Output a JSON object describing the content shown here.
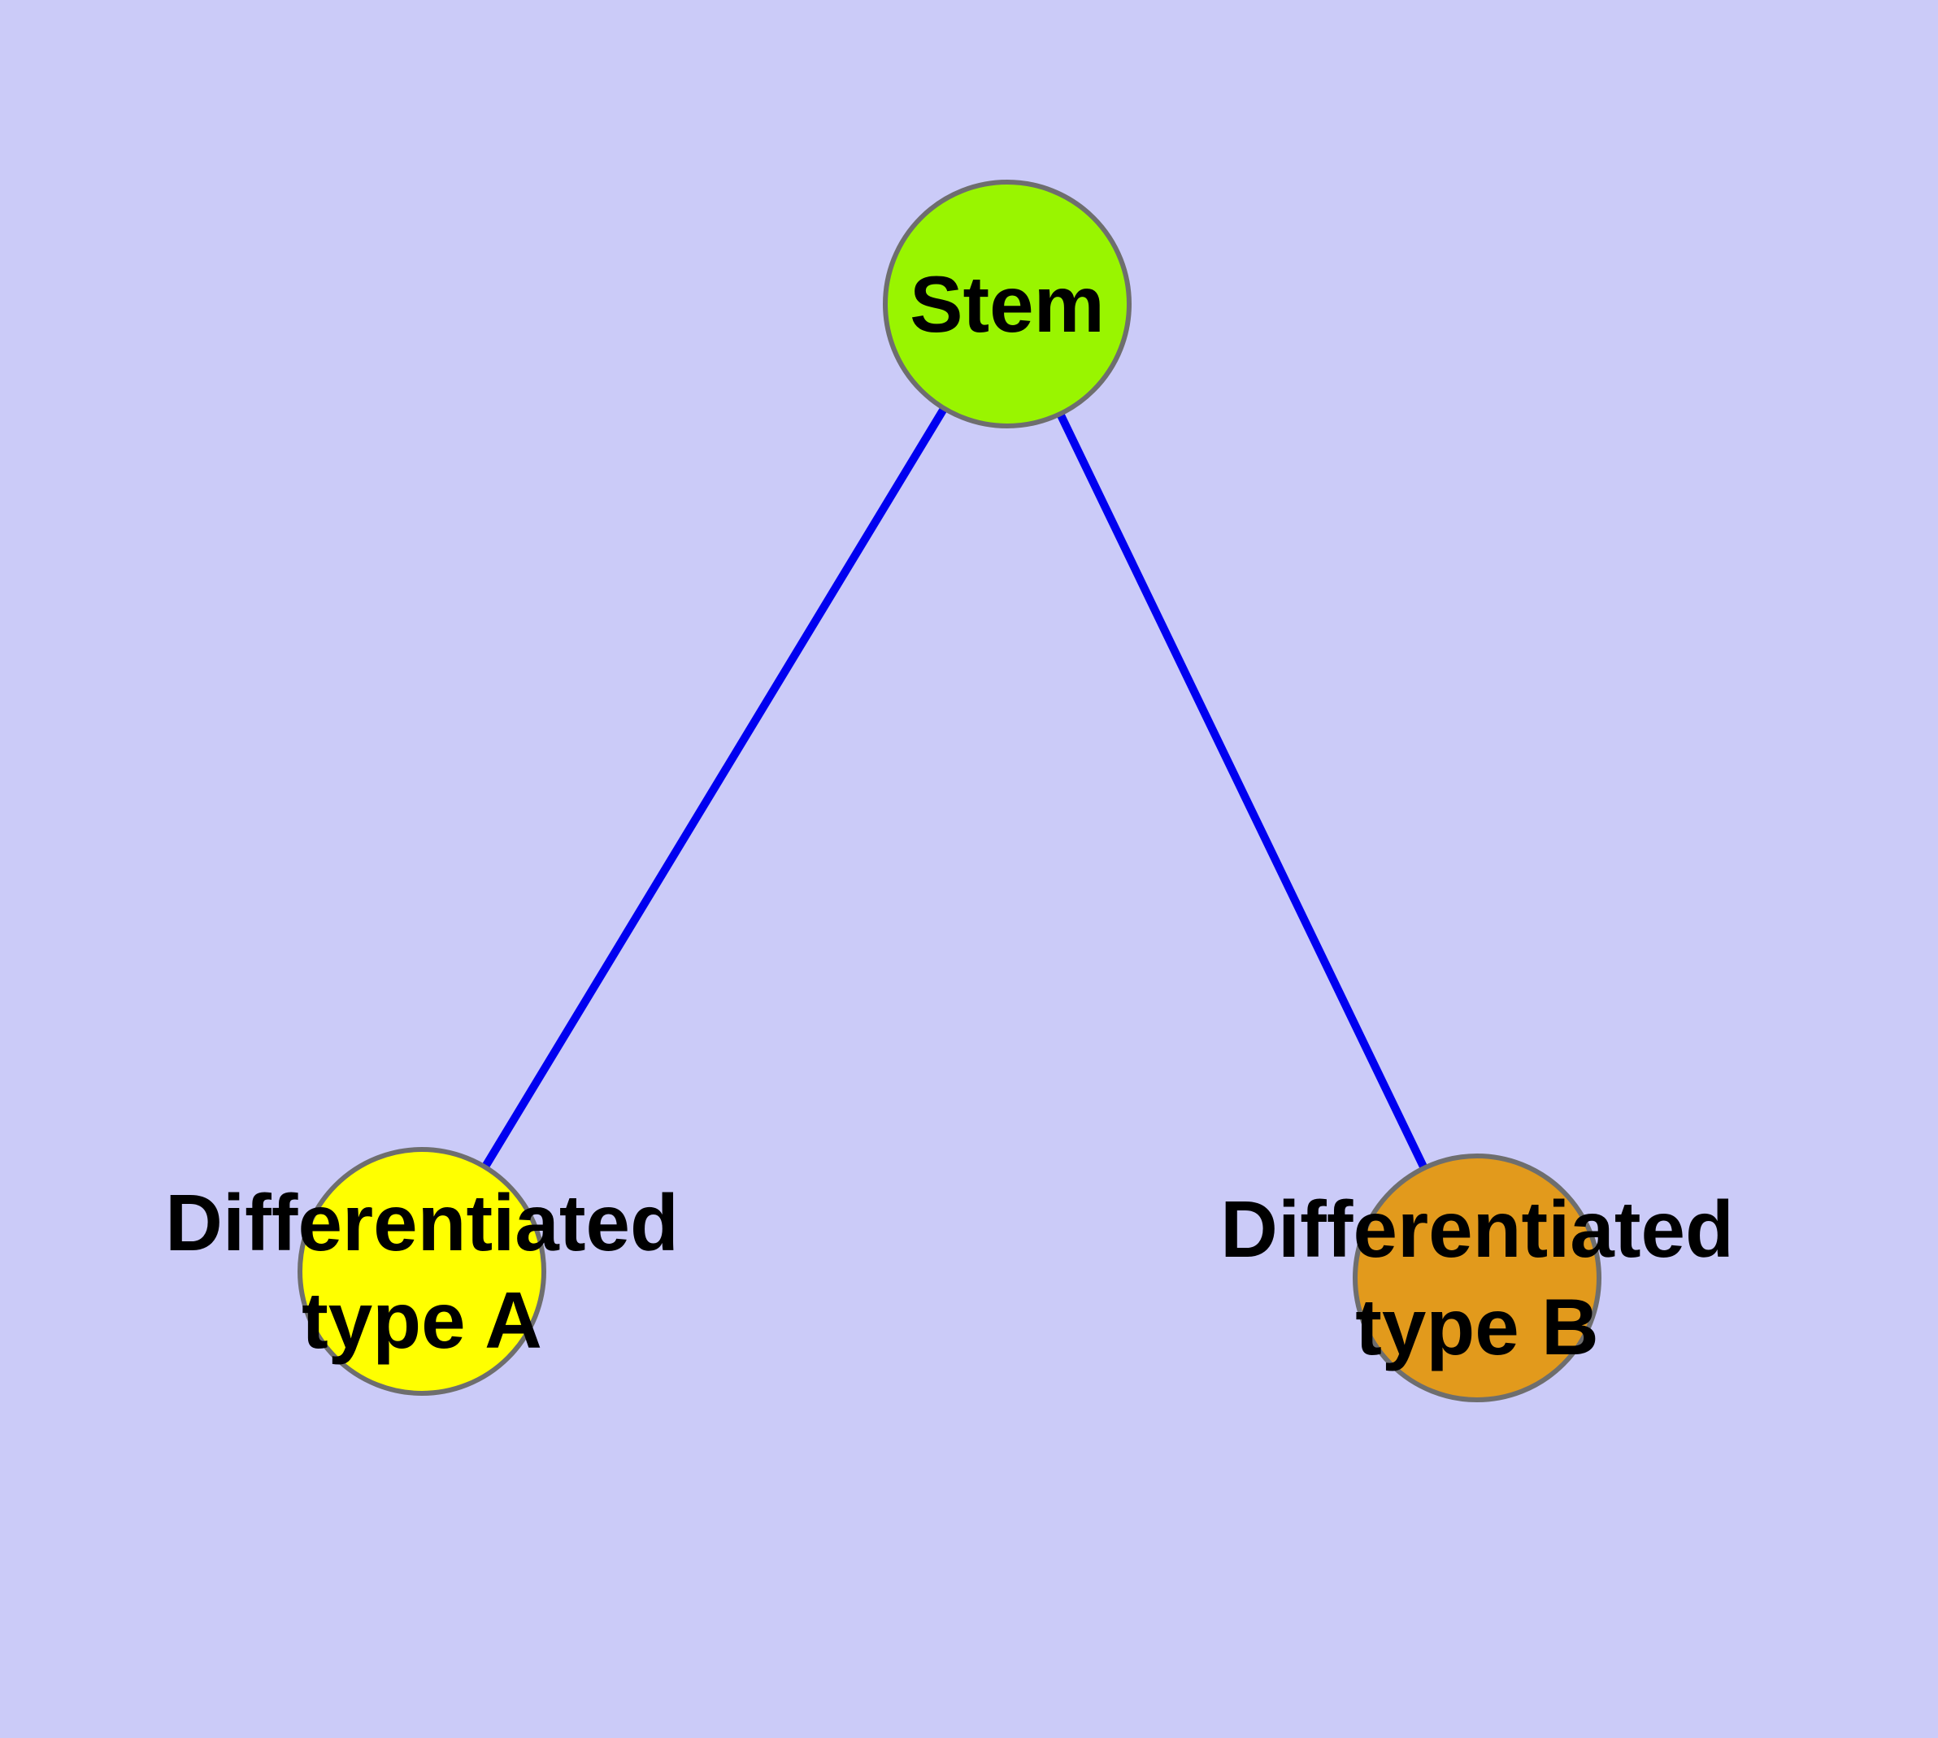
{
  "diagram": {
    "type": "node-link-graph",
    "background_color": "#cbcbf8",
    "edge_color": "#0000f0",
    "node_border_color": "#6e6e6e",
    "label_color": "#000000",
    "nodes": {
      "stem": {
        "label": "Stem",
        "fill": "#99f500"
      },
      "type_a": {
        "label_line1": "Differentiated",
        "label_line2": "type A",
        "fill": "#ffff00"
      },
      "type_b": {
        "label_line1": "Differentiated",
        "label_line2": "type B",
        "fill": "#e29a1c"
      }
    },
    "edges": [
      {
        "from": "Stem",
        "to": "Differentiated type A"
      },
      {
        "from": "Stem",
        "to": "Differentiated type B"
      }
    ]
  }
}
